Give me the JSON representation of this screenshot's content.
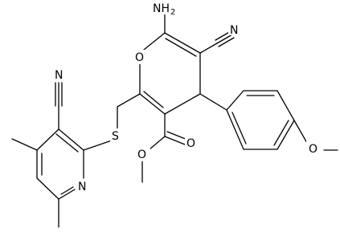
{
  "diagram": {
    "type": "chemical-structure",
    "atoms": {
      "n_amine": {
        "main": "NH",
        "sub": "2"
      },
      "n_nitrile_pyran": {
        "main": "N"
      },
      "o_ring": {
        "main": "O"
      },
      "o_methoxy": {
        "main": "O"
      },
      "n_nitrile_pyridine": {
        "main": "N"
      },
      "s_thioether": {
        "main": "S"
      },
      "n_pyridine": {
        "main": "N"
      },
      "o_carbonyl": {
        "main": "O"
      },
      "o_ester": {
        "main": "O"
      }
    },
    "colors": {
      "bond": "#000000",
      "label": "#000000",
      "background": "#ffffff"
    }
  }
}
